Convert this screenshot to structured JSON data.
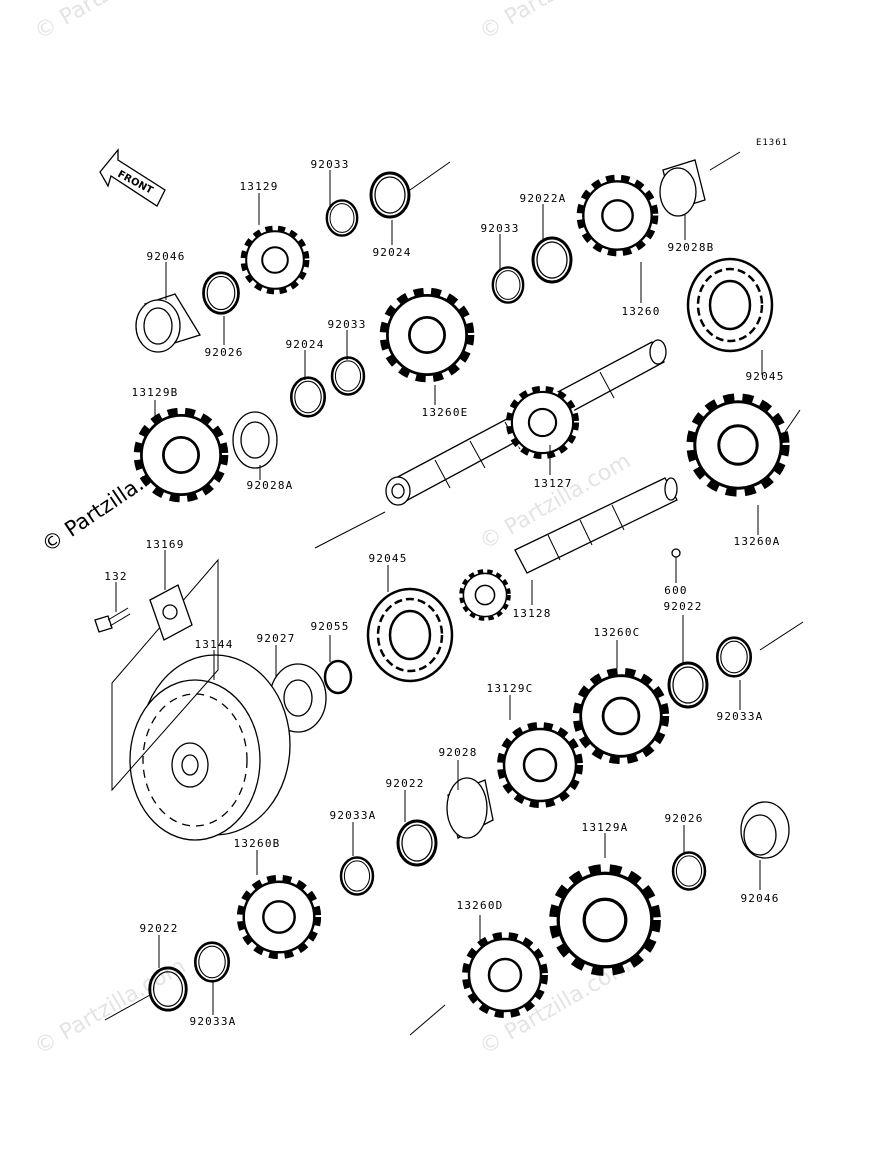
{
  "diagram_code": "E1361",
  "front_arrow_label": "FRONT",
  "copyright_text": "© Partzilla.com",
  "watermark_text": "© Partzilla.com",
  "parts": [
    {
      "id": "p92033_top",
      "number": "92033"
    },
    {
      "id": "p13129",
      "number": "13129"
    },
    {
      "id": "p92024_top",
      "number": "92024"
    },
    {
      "id": "p92046_top",
      "number": "92046"
    },
    {
      "id": "p92026_top",
      "number": "92026"
    },
    {
      "id": "p92022A",
      "number": "92022A"
    },
    {
      "id": "p92033_mid",
      "number": "92033"
    },
    {
      "id": "p92028B",
      "number": "92028B"
    },
    {
      "id": "p13260",
      "number": "13260"
    },
    {
      "id": "p92033_b",
      "number": "92033"
    },
    {
      "id": "p92024_b",
      "number": "92024"
    },
    {
      "id": "p13260E",
      "number": "13260E"
    },
    {
      "id": "p92045_top",
      "number": "92045"
    },
    {
      "id": "p13129B",
      "number": "13129B"
    },
    {
      "id": "p92028A",
      "number": "92028A"
    },
    {
      "id": "p13127",
      "number": "13127"
    },
    {
      "id": "p13260A",
      "number": "13260A"
    },
    {
      "id": "p13169",
      "number": "13169"
    },
    {
      "id": "p132",
      "number": "132"
    },
    {
      "id": "p92045_mid",
      "number": "92045"
    },
    {
      "id": "p600",
      "number": "600"
    },
    {
      "id": "p13128",
      "number": "13128"
    },
    {
      "id": "p92022_r",
      "number": "92022"
    },
    {
      "id": "p13144",
      "number": "13144"
    },
    {
      "id": "p92027",
      "number": "92027"
    },
    {
      "id": "p92055",
      "number": "92055"
    },
    {
      "id": "p13260C",
      "number": "13260C"
    },
    {
      "id": "p13129C",
      "number": "13129C"
    },
    {
      "id": "p92033A_r",
      "number": "92033A"
    },
    {
      "id": "p92028",
      "number": "92028"
    },
    {
      "id": "p92022_c",
      "number": "92022"
    },
    {
      "id": "p92033A_c",
      "number": "92033A"
    },
    {
      "id": "p13129A",
      "number": "13129A"
    },
    {
      "id": "p92026_r",
      "number": "92026"
    },
    {
      "id": "p13260B",
      "number": "13260B"
    },
    {
      "id": "p92046_r",
      "number": "92046"
    },
    {
      "id": "p13260D",
      "number": "13260D"
    },
    {
      "id": "p92022_l",
      "number": "92022"
    },
    {
      "id": "p92033A_l",
      "number": "92033A"
    }
  ]
}
